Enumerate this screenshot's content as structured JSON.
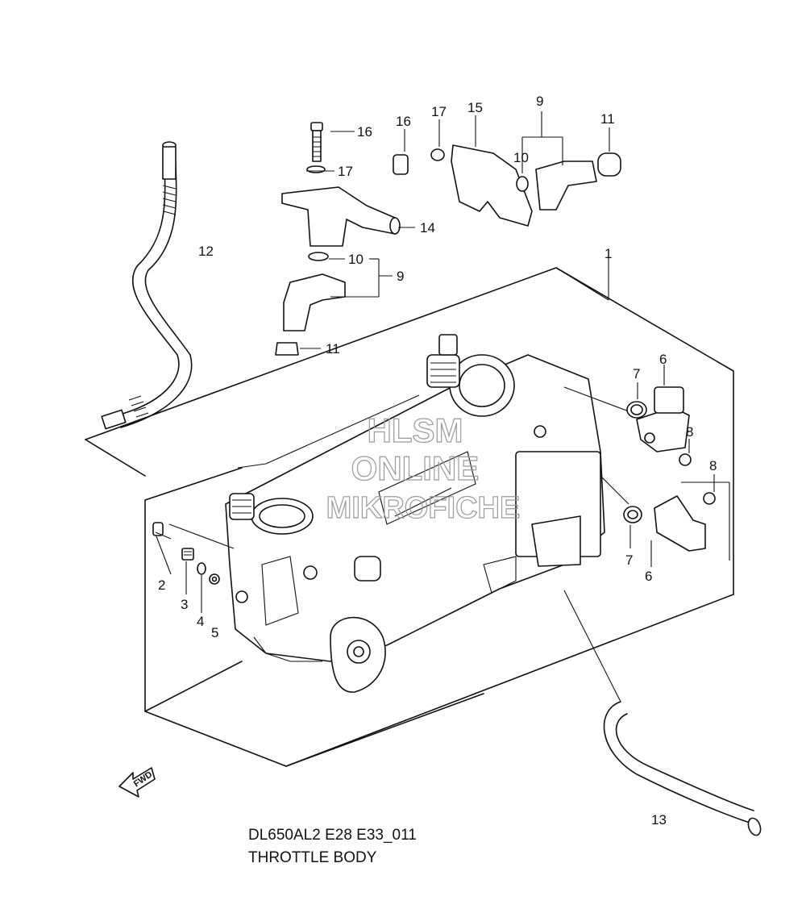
{
  "diagram": {
    "callouts": {
      "c1": "1",
      "c2": "2",
      "c3": "3",
      "c4": "4",
      "c5": "5",
      "c6a": "6",
      "c6b": "6",
      "c7a": "7",
      "c7b": "7",
      "c8a": "8",
      "c8b": "8",
      "c9a": "9",
      "c9b": "9",
      "c10a": "10",
      "c10b": "10",
      "c11a": "11",
      "c11b": "11",
      "c12": "12",
      "c13": "13",
      "c14": "14",
      "c15": "15",
      "c16a": "16",
      "c16b": "16",
      "c17a": "17",
      "c17b": "17"
    },
    "watermark": {
      "line1": "HLSM",
      "line2": "ONLINE",
      "line3": "MIKROFICHE"
    },
    "fwd_label": "FWD",
    "caption": {
      "code": "DL650AL2 E28 E33_011",
      "title": "THROTTLE BODY"
    }
  }
}
